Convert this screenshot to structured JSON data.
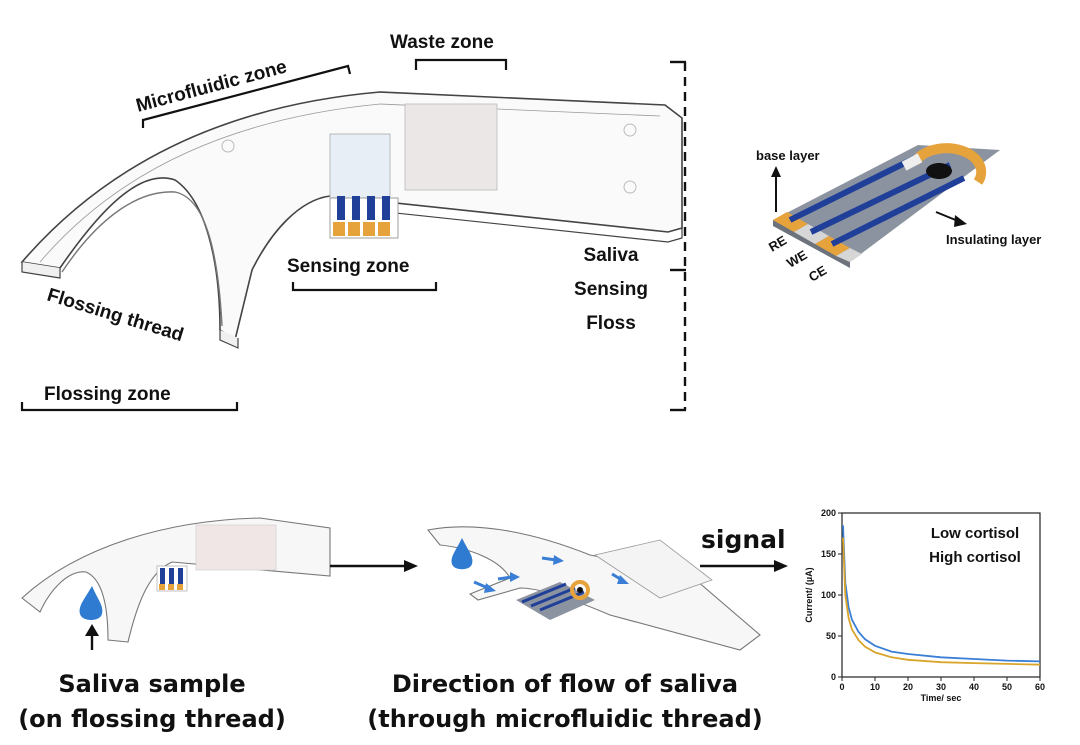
{
  "top_diagram": {
    "microfluidic_zone": "Microfluidic zone",
    "waste_zone": "Waste zone",
    "sensing_zone": "Sensing zone",
    "flossing_thread": "Flossing thread",
    "flossing_zone": "Flossing zone",
    "saliva_sensing_floss": [
      "Saliva",
      "Sensing",
      "Floss"
    ]
  },
  "electrode": {
    "base_layer": "base layer",
    "insulating_layer": "Insulating layer",
    "re": "RE",
    "we": "WE",
    "ce": "CE"
  },
  "flow": {
    "sample_caption": [
      "Saliva sample",
      "(on flossing thread)"
    ],
    "direction_caption": [
      "Direction of flow of saliva",
      "(through microfluidic thread)"
    ],
    "signal_label": "signal"
  },
  "chart_data": {
    "type": "line",
    "xlabel": "Time/ sec",
    "ylabel": "Current/ (µA)",
    "xlim": [
      0,
      60
    ],
    "ylim": [
      0,
      200
    ],
    "xticks": [
      0,
      10,
      20,
      30,
      40,
      50,
      60
    ],
    "yticks": [
      0,
      50,
      100,
      150,
      200
    ],
    "legend": [
      "Low cortisol",
      "High cortisol"
    ],
    "series": [
      {
        "name": "Low cortisol",
        "color": "#3a7fd5",
        "x": [
          0.3,
          1,
          2,
          3,
          5,
          7,
          10,
          15,
          20,
          30,
          40,
          50,
          60
        ],
        "y": [
          185,
          115,
          85,
          70,
          55,
          46,
          38,
          31,
          28,
          24,
          22,
          20,
          19
        ]
      },
      {
        "name": "High cortisol",
        "color": "#d9a52a",
        "x": [
          0.3,
          1,
          2,
          3,
          5,
          7,
          10,
          15,
          20,
          30,
          40,
          50,
          60
        ],
        "y": [
          170,
          100,
          72,
          58,
          45,
          37,
          30,
          24,
          21,
          18,
          17,
          16,
          15
        ]
      }
    ]
  }
}
